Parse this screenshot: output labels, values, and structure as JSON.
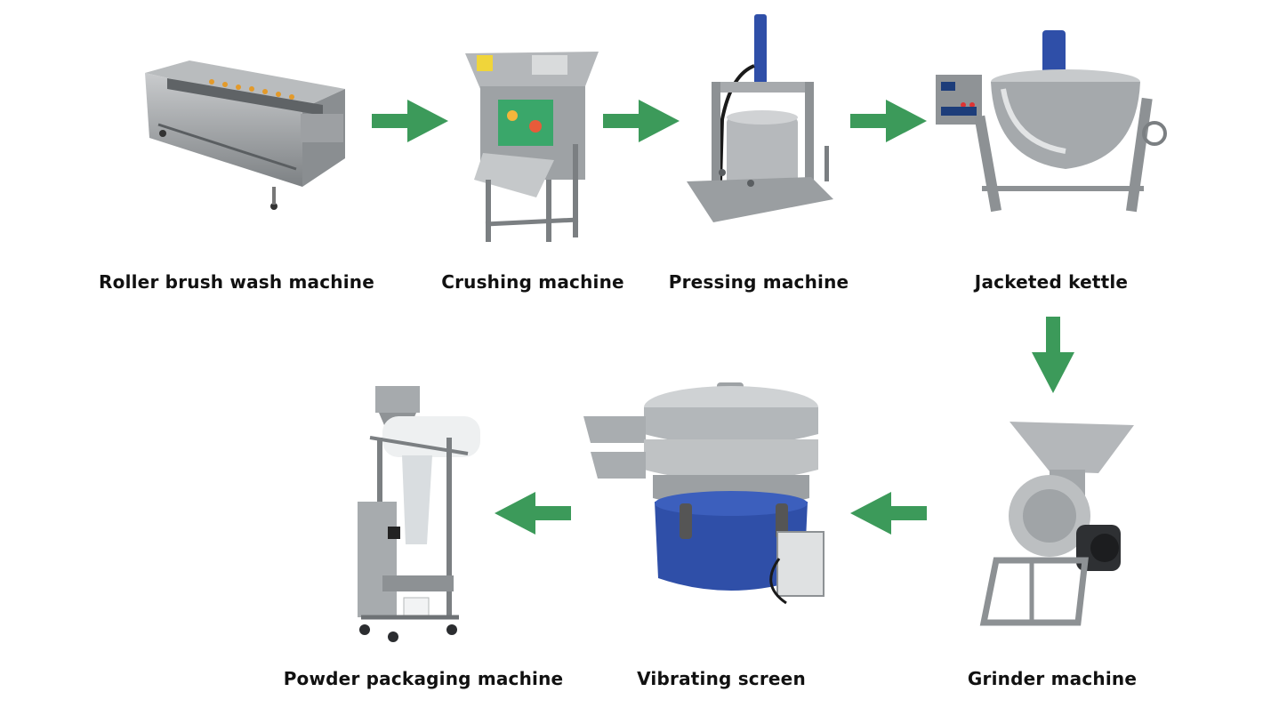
{
  "process": {
    "steps": [
      {
        "label": "Roller brush wash machine",
        "icon": "roller-brush-wash-machine-icon"
      },
      {
        "label": "Crushing machine",
        "icon": "crushing-machine-icon"
      },
      {
        "label": "Pressing machine",
        "icon": "pressing-machine-icon"
      },
      {
        "label": "Jacketed kettle",
        "icon": "jacketed-kettle-icon"
      },
      {
        "label": "Grinder machine",
        "icon": "grinder-machine-icon"
      },
      {
        "label": "Vibrating screen",
        "icon": "vibrating-screen-icon"
      },
      {
        "label": "Powder packaging machine",
        "icon": "powder-packaging-machine-icon"
      }
    ]
  },
  "colors": {
    "arrow": "#3c9a5a",
    "steel": "#a7aaad",
    "steel_dark": "#6e7275",
    "motor_blue": "#2f4fa8"
  }
}
